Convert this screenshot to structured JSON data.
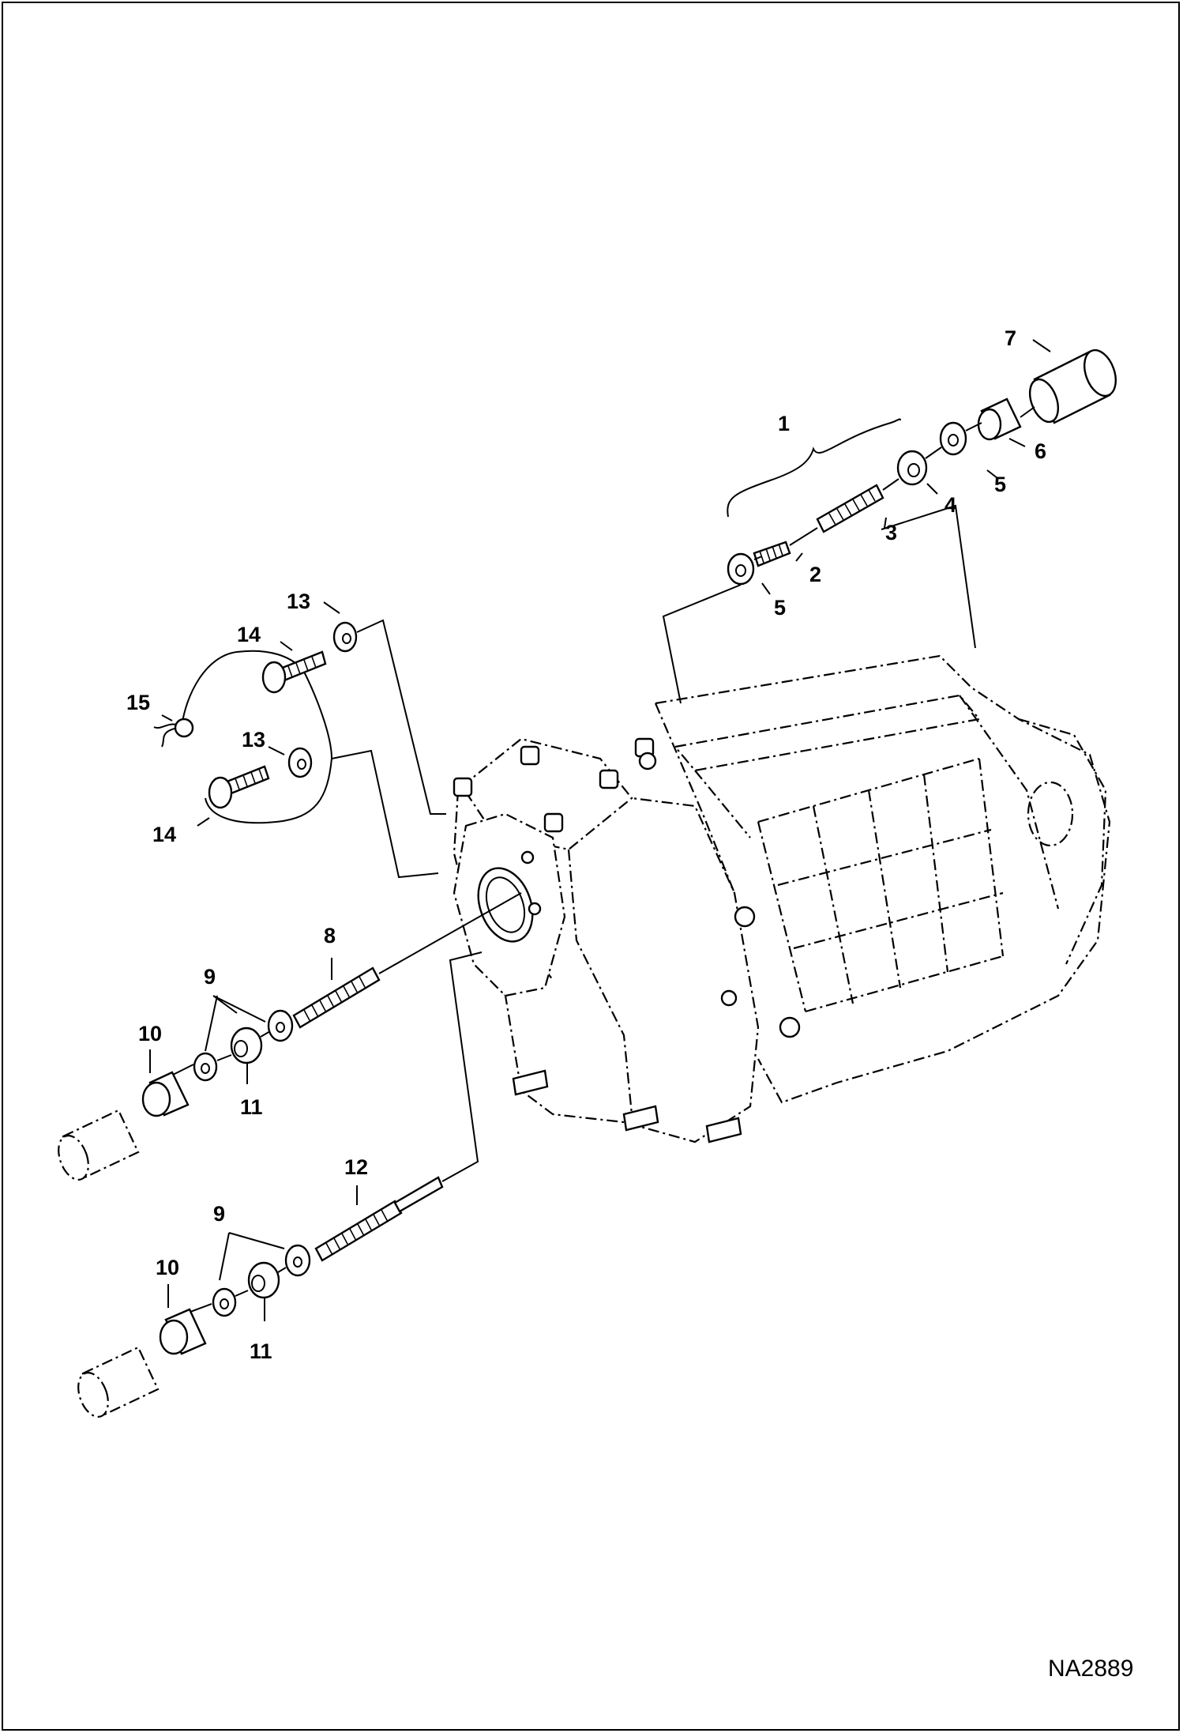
{
  "figure_id": "NA2889",
  "callouts": {
    "c1": "1",
    "c2": "2",
    "c3": "3",
    "c4": "4",
    "c5a": "5",
    "c5b": "5",
    "c6": "6",
    "c7": "7",
    "c8": "8",
    "c9a": "9",
    "c9b": "9",
    "c10a": "10",
    "c10b": "10",
    "c11a": "11",
    "c11b": "11",
    "c12": "12",
    "c13a": "13",
    "c13b": "13",
    "c14a": "14",
    "c14b": "14",
    "c15": "15"
  }
}
